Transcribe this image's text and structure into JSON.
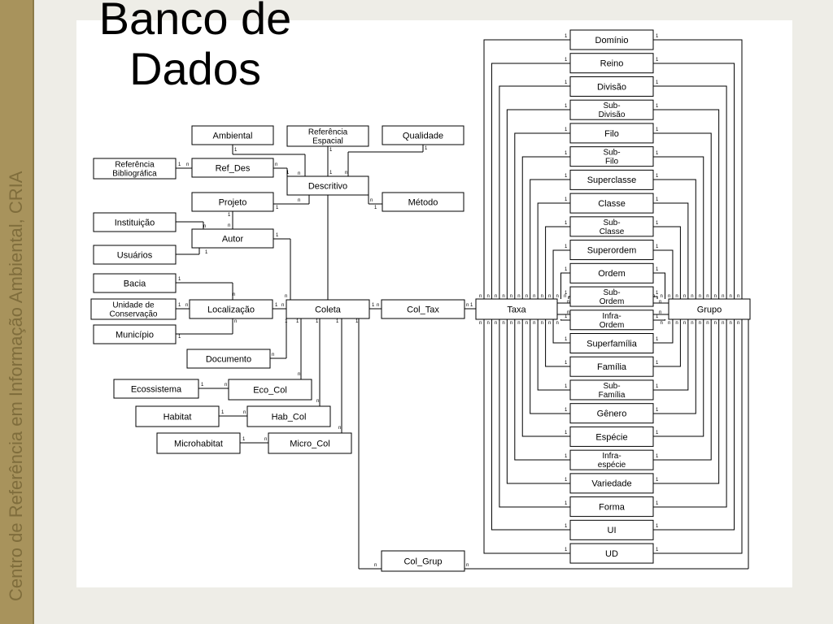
{
  "slide": {
    "title_line1": "Banco de",
    "title_line2": "Dados",
    "side_text": "Centro de Referência em Informação Ambiental, CRIA"
  },
  "colors": {
    "background": "#eeede7",
    "sidebar": "#a8935c",
    "sidebar_text": "#7f6d3c",
    "panel": "#ffffff",
    "line": "#000000"
  },
  "diagram": {
    "entities": [
      {
        "id": "ambiental",
        "lines": [
          "Ambiental"
        ]
      },
      {
        "id": "ref_espacial",
        "lines": [
          "Referência",
          "Espacial"
        ]
      },
      {
        "id": "qualidade",
        "lines": [
          "Qualidade"
        ]
      },
      {
        "id": "ref_bib",
        "lines": [
          "Referência",
          "Bibliográfica"
        ]
      },
      {
        "id": "ref_des",
        "lines": [
          "Ref_Des"
        ]
      },
      {
        "id": "descritivo",
        "lines": [
          "Descritivo"
        ]
      },
      {
        "id": "projeto",
        "lines": [
          "Projeto"
        ]
      },
      {
        "id": "metodo",
        "lines": [
          "Método"
        ]
      },
      {
        "id": "instituicao",
        "lines": [
          "Instituição"
        ]
      },
      {
        "id": "autor",
        "lines": [
          "Autor"
        ]
      },
      {
        "id": "usuarios",
        "lines": [
          "Usuários"
        ]
      },
      {
        "id": "bacia",
        "lines": [
          "Bacia"
        ]
      },
      {
        "id": "unidade",
        "lines": [
          "Unidade de",
          "Conservação"
        ]
      },
      {
        "id": "localizacao",
        "lines": [
          "Localização"
        ]
      },
      {
        "id": "coleta",
        "lines": [
          "Coleta"
        ]
      },
      {
        "id": "col_tax",
        "lines": [
          "Col_Tax"
        ]
      },
      {
        "id": "municipio",
        "lines": [
          "Município"
        ]
      },
      {
        "id": "documento",
        "lines": [
          "Documento"
        ]
      },
      {
        "id": "ecossistema",
        "lines": [
          "Ecossistema"
        ]
      },
      {
        "id": "eco_col",
        "lines": [
          "Eco_Col"
        ]
      },
      {
        "id": "habitat",
        "lines": [
          "Habitat"
        ]
      },
      {
        "id": "hab_col",
        "lines": [
          "Hab_Col"
        ]
      },
      {
        "id": "microhabitat",
        "lines": [
          "Microhabitat"
        ]
      },
      {
        "id": "micro_col",
        "lines": [
          "Micro_Col"
        ]
      },
      {
        "id": "col_grup",
        "lines": [
          "Col_Grup"
        ]
      },
      {
        "id": "taxa",
        "lines": [
          "Taxa"
        ]
      },
      {
        "id": "grupo",
        "lines": [
          "Grupo"
        ]
      }
    ],
    "ranks": [
      [
        "Domínio"
      ],
      [
        "Reino"
      ],
      [
        "Divisão"
      ],
      [
        "Sub-",
        "Divisão"
      ],
      [
        "Filo"
      ],
      [
        "Sub-",
        "Filo"
      ],
      [
        "Superclasse"
      ],
      [
        "Classe"
      ],
      [
        "Sub-",
        "Classe"
      ],
      [
        "Superordem"
      ],
      [
        "Ordem"
      ],
      [
        "Sub-",
        "Ordem"
      ],
      [
        "Infra-",
        "Ordem"
      ],
      [
        "Superfamília"
      ],
      [
        "Família"
      ],
      [
        "Sub-",
        "Família"
      ],
      [
        "Gênero"
      ],
      [
        "Espécie"
      ],
      [
        "Infra-",
        "espécie"
      ],
      [
        "Variedade"
      ],
      [
        "Forma"
      ],
      [
        "UI"
      ],
      [
        "UD"
      ]
    ]
  }
}
